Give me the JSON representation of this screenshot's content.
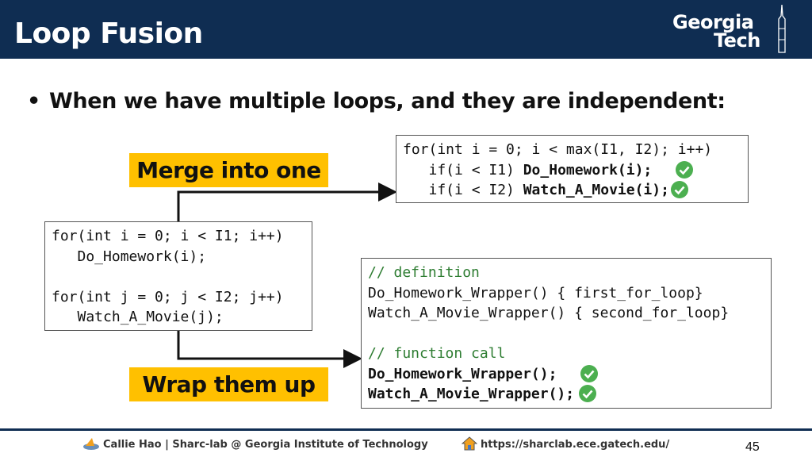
{
  "header": {
    "title": "Loop Fusion",
    "logo_line1": "Georgia",
    "logo_line2": "Tech"
  },
  "bullet": {
    "text": "When we have multiple loops, and they are independent:"
  },
  "labels": {
    "merge": "Merge into one",
    "wrap": "Wrap them up"
  },
  "merged_code": {
    "line1": "for(int i = 0; i < max(I1, I2); i++)",
    "line2_prefix": "   if(i < I1) ",
    "line2_call": "Do_Homework(i);",
    "line3_prefix": "   if(i < I2) ",
    "line3_call": "Watch_A_Movie(i);"
  },
  "original_code": {
    "line1": "for(int i = 0; i < I1; i++)",
    "line2": "   Do_Homework(i);",
    "line3": "for(int j = 0; j < I2; j++)",
    "line4": "   Watch_A_Movie(j);"
  },
  "wrapper_code": {
    "comment1": "// definition",
    "line1": "Do_Homework_Wrapper() { first_for_loop}",
    "line2": "Watch_A_Movie_Wrapper() { second_for_loop}",
    "comment2": "// function call",
    "call1": "Do_Homework_Wrapper();",
    "call2": "Watch_A_Movie_Wrapper();"
  },
  "footer": {
    "left": "Callie Hao | Sharc-lab @ Georgia Institute of Technology",
    "right": "https://sharclab.ece.gatech.edu/",
    "page": "45"
  },
  "colors": {
    "header_bg": "#0f2d52",
    "label_bg": "#ffc000",
    "check": "#4caf50",
    "comment": "#2e7d32"
  }
}
